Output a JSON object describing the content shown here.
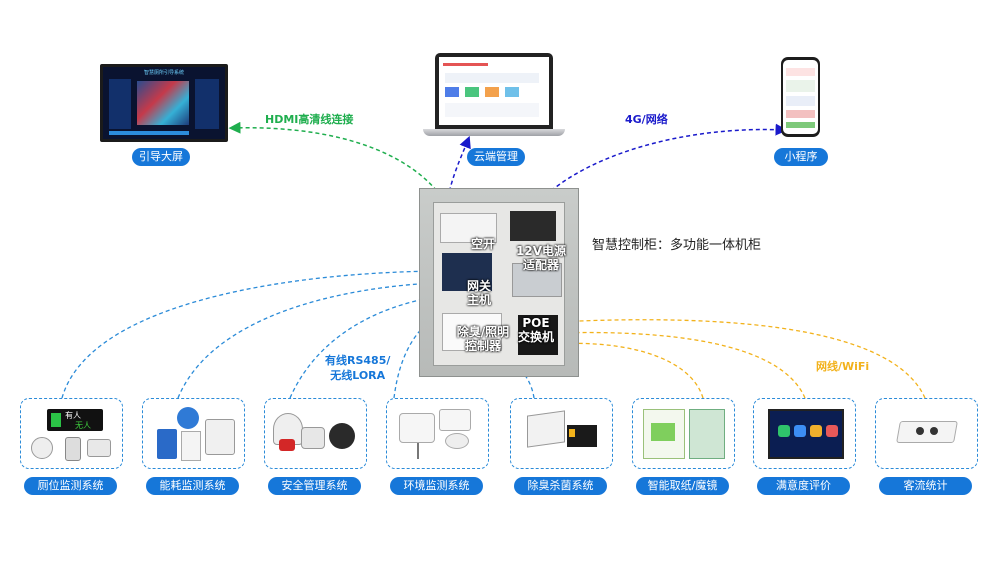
{
  "top_nodes": {
    "guide_screen": {
      "label": "引导大屏",
      "screen_title": "智慧厕所引导系统"
    },
    "cloud": {
      "label": "云端管理"
    },
    "miniapp": {
      "label": "小程序"
    }
  },
  "connections": {
    "hdmi": "HDMI高清线连接",
    "net4g": "4G/网络",
    "wired": "有线RS485/\n无线LORA",
    "wifi": "网线/WiFi"
  },
  "cabinet": {
    "description": "智慧控制柜：多功能一体机柜",
    "switch": "空开",
    "power": "12V电源\n适配器",
    "gateway": "网关\n主机",
    "controller": "除臭/照明\n控制器",
    "poe": "POE\n交换机"
  },
  "subsystems": [
    {
      "label": "厕位监测系统"
    },
    {
      "label": "能耗监测系统"
    },
    {
      "label": "安全管理系统"
    },
    {
      "label": "环境监测系统"
    },
    {
      "label": "除臭杀菌系统"
    },
    {
      "label": "智能取纸/魔镜"
    },
    {
      "label": "满意度评价"
    },
    {
      "label": "客流统计"
    }
  ],
  "device_text": {
    "occupied": "有人",
    "vacant": "无人"
  },
  "colors": {
    "green": "#1fae4e",
    "blue_dark": "#1a1acb",
    "blue": "#2b8bd8",
    "orange": "#f2b21c",
    "pill": "#1677d9"
  }
}
